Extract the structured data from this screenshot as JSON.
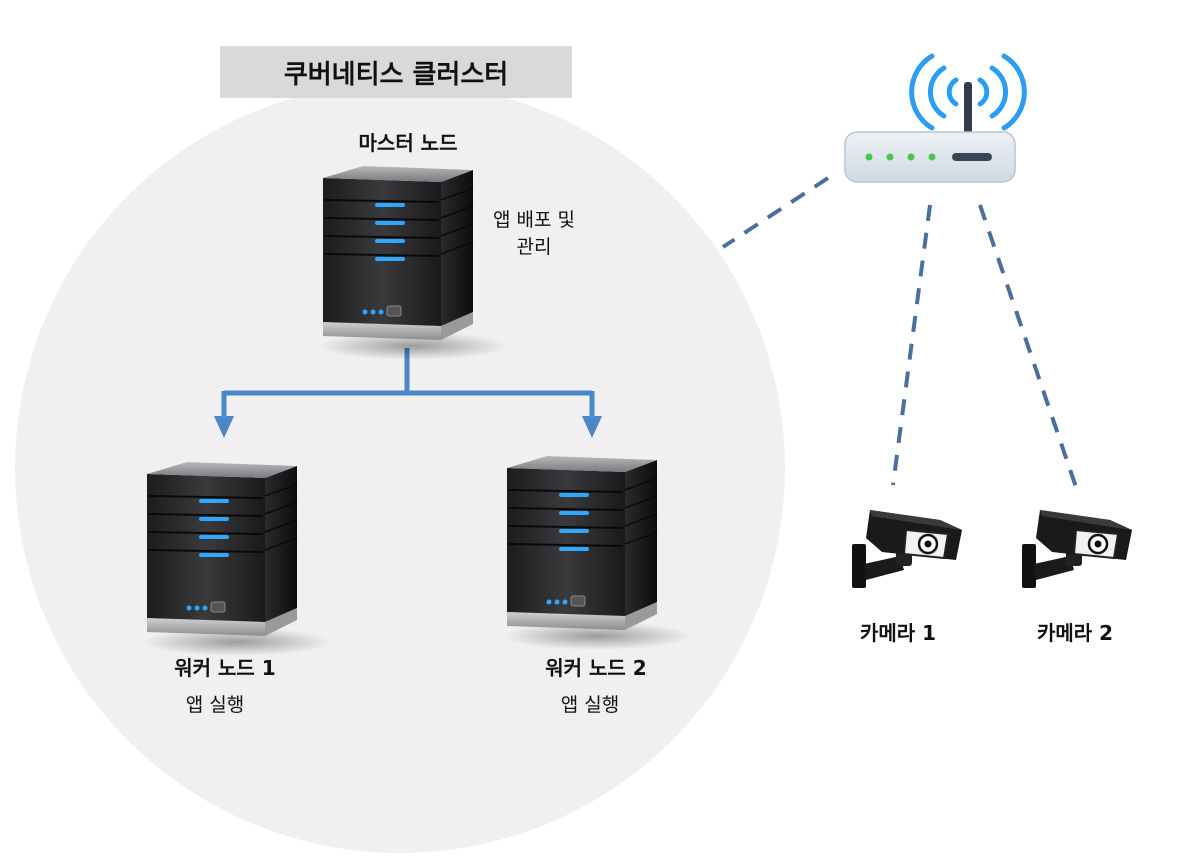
{
  "cluster": {
    "title": "쿠버네티스 클러스터"
  },
  "master": {
    "title": "마스터 노드",
    "desc_line1": "앱 배포 및",
    "desc_line2": "관리"
  },
  "worker1": {
    "title": "워커 노드 1",
    "desc": "앱 실행"
  },
  "worker2": {
    "title": "워커 노드 2",
    "desc": "앱 실행"
  },
  "camera1": {
    "label": "카메라 1"
  },
  "camera2": {
    "label": "카메라 2"
  },
  "colors": {
    "cluster_bg": "#f0f0f0",
    "title_bg": "#d9d9d9",
    "arrow": "#4a86c8",
    "dash": "#4a6fa0",
    "wifi": "#2a9df4",
    "led_green": "#4cc34c",
    "server_led": "#2ea8ff"
  },
  "icons": {
    "master": "server-icon",
    "worker": "server-icon",
    "router": "wifi-router-icon",
    "camera": "cctv-camera-icon"
  }
}
